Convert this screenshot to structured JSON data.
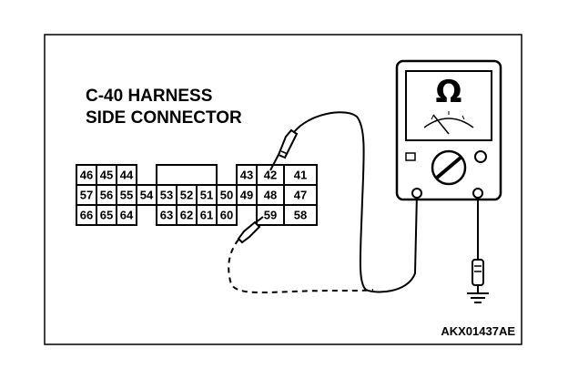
{
  "title": {
    "line1": "C-40  HARNESS",
    "line2": "SIDE CONNECTOR"
  },
  "figure_code": "AKX01437AE",
  "meter": {
    "symbol": "Ω"
  },
  "connector": {
    "left": {
      "rows": [
        [
          "46",
          "45",
          "44"
        ],
        [
          "57",
          "56",
          "55"
        ],
        [
          "66",
          "65",
          "64"
        ]
      ]
    },
    "middle": {
      "top_blank": true,
      "rows": [
        [
          "54",
          "53",
          "52",
          "51",
          "50"
        ],
        [
          "63",
          "62",
          "61",
          "60"
        ]
      ]
    },
    "right": {
      "rows": [
        [
          "43",
          "42",
          "41"
        ],
        [
          "49",
          "48",
          "47"
        ],
        [
          "59",
          "58"
        ]
      ]
    }
  },
  "probe_points": [
    "42",
    "59"
  ],
  "colors": {
    "line": "#000000",
    "background": "#ffffff"
  }
}
